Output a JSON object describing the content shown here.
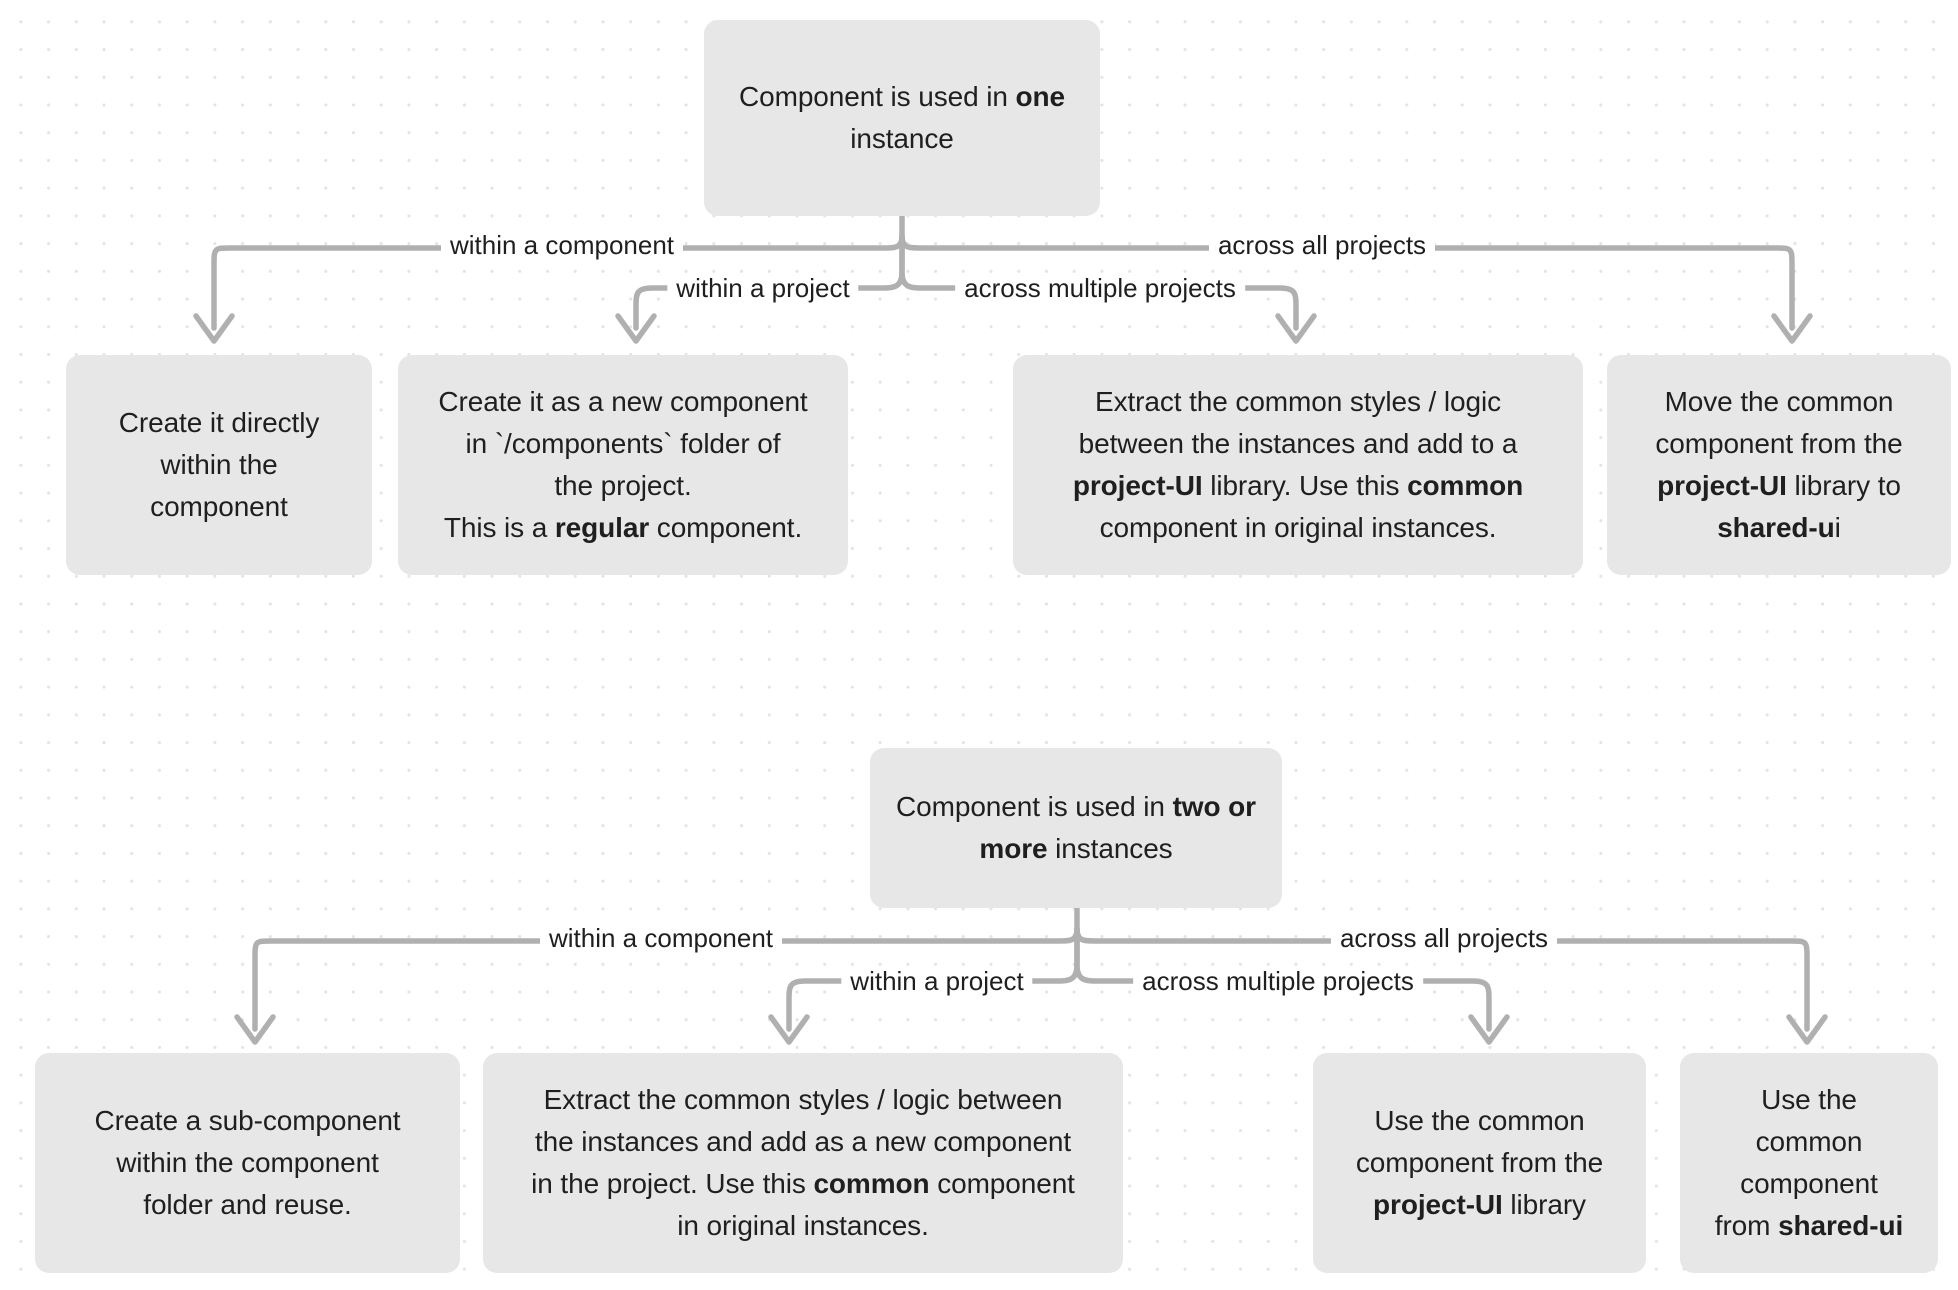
{
  "diagram": {
    "type": "decision-tree",
    "background": "#ffffff",
    "dot_grid_color": "#e4e4e4",
    "node_fill": "#e7e7e7",
    "connector_color": "#b0b0b0",
    "text_color": "#1f1f1f",
    "trees": [
      {
        "id": "tree-one-instance",
        "root": {
          "id": "root-one",
          "text": "Component is used in one instance",
          "segments": [
            {
              "t": "Component is used in ",
              "bold": false
            },
            {
              "t": "one",
              "bold": true
            },
            {
              "t": " instance",
              "bold": false
            }
          ]
        },
        "branches": [
          {
            "id": "branch-within-a-component",
            "label": "within a component",
            "target": {
              "id": "node-create-directly",
              "text": "Create it directly within the component",
              "lines": [
                [
                  {
                    "t": "Create it directly",
                    "bold": false
                  }
                ],
                [
                  {
                    "t": "within the",
                    "bold": false
                  }
                ],
                [
                  {
                    "t": "component",
                    "bold": false
                  }
                ]
              ]
            }
          },
          {
            "id": "branch-within-a-project",
            "label": "within a project",
            "target": {
              "id": "node-new-component-in-project",
              "text": "Create it as a new component in `/components` folder of the project. This is a regular component.",
              "lines": [
                [
                  {
                    "t": "Create it as a new component",
                    "bold": false
                  }
                ],
                [
                  {
                    "t": "in `/components` folder of",
                    "bold": false
                  }
                ],
                [
                  {
                    "t": "the project.",
                    "bold": false
                  }
                ],
                [
                  {
                    "t": "This is a ",
                    "bold": false
                  },
                  {
                    "t": "regular",
                    "bold": true
                  },
                  {
                    "t": " component.",
                    "bold": false
                  }
                ]
              ]
            }
          },
          {
            "id": "branch-across-multiple-projects",
            "label": "across multiple projects",
            "target": {
              "id": "node-extract-to-project-ui",
              "text": "Extract the common styles / logic between the instances and add to a project-UI library. Use this common component in original instances.",
              "lines": [
                [
                  {
                    "t": "Extract the common styles / logic",
                    "bold": false
                  }
                ],
                [
                  {
                    "t": "between the instances and add to a",
                    "bold": false
                  }
                ],
                [
                  {
                    "t": "project-UI",
                    "bold": true
                  },
                  {
                    "t": " library. Use this ",
                    "bold": false
                  },
                  {
                    "t": "common",
                    "bold": true
                  }
                ],
                [
                  {
                    "t": "component in original instances.",
                    "bold": false
                  }
                ]
              ]
            }
          },
          {
            "id": "branch-across-all-projects",
            "label": "across all projects",
            "target": {
              "id": "node-move-to-shared-ui",
              "text": "Move the common component from the project-UI library to shared-ui",
              "lines": [
                [
                  {
                    "t": "Move the common",
                    "bold": false
                  }
                ],
                [
                  {
                    "t": "component from the",
                    "bold": false
                  }
                ],
                [
                  {
                    "t": "project-UI",
                    "bold": true
                  },
                  {
                    "t": " library to",
                    "bold": false
                  }
                ],
                [
                  {
                    "t": "shared-u",
                    "bold": true
                  },
                  {
                    "t": "i",
                    "bold": false
                  }
                ]
              ]
            }
          }
        ]
      },
      {
        "id": "tree-two-or-more-instances",
        "root": {
          "id": "root-two",
          "text": "Component is used in two or more instances",
          "segments": [
            {
              "t": "Component is used in ",
              "bold": false
            },
            {
              "t": "two or more",
              "bold": true
            },
            {
              "t": " instances",
              "bold": false
            }
          ]
        },
        "branches": [
          {
            "id": "branch2-within-a-component",
            "label": "within a component",
            "target": {
              "id": "node-sub-component",
              "text": "Create a sub-component within the component folder and reuse.",
              "lines": [
                [
                  {
                    "t": "Create a sub-component",
                    "bold": false
                  }
                ],
                [
                  {
                    "t": "within the component",
                    "bold": false
                  }
                ],
                [
                  {
                    "t": "folder and reuse.",
                    "bold": false
                  }
                ]
              ]
            }
          },
          {
            "id": "branch2-within-a-project",
            "label": "within a project",
            "target": {
              "id": "node-extract-new-component",
              "text": "Extract the common styles / logic between the instances and add as a new component in the project. Use this common component in original instances.",
              "lines": [
                [
                  {
                    "t": "Extract the common styles / logic between",
                    "bold": false
                  }
                ],
                [
                  {
                    "t": "the instances and add as a new component",
                    "bold": false
                  }
                ],
                [
                  {
                    "t": "in the project. Use this ",
                    "bold": false
                  },
                  {
                    "t": "common",
                    "bold": true
                  },
                  {
                    "t": " component",
                    "bold": false
                  }
                ],
                [
                  {
                    "t": "in original instances.",
                    "bold": false
                  }
                ]
              ]
            }
          },
          {
            "id": "branch2-across-multiple-projects",
            "label": "across multiple projects",
            "target": {
              "id": "node-use-project-ui",
              "text": "Use the common component from the project-UI library",
              "lines": [
                [
                  {
                    "t": "Use the common",
                    "bold": false
                  }
                ],
                [
                  {
                    "t": "component from the",
                    "bold": false
                  }
                ],
                [
                  {
                    "t": "project-UI",
                    "bold": true
                  },
                  {
                    "t": " library",
                    "bold": false
                  }
                ]
              ]
            }
          },
          {
            "id": "branch2-across-all-projects",
            "label": "across all projects",
            "target": {
              "id": "node-use-shared-ui",
              "text": "Use the common component from shared-ui",
              "lines": [
                [
                  {
                    "t": "Use the",
                    "bold": false
                  }
                ],
                [
                  {
                    "t": "common",
                    "bold": false
                  }
                ],
                [
                  {
                    "t": "component",
                    "bold": false
                  }
                ],
                [
                  {
                    "t": "from ",
                    "bold": false
                  },
                  {
                    "t": "shared-ui",
                    "bold": true
                  }
                ]
              ]
            }
          }
        ]
      }
    ]
  }
}
